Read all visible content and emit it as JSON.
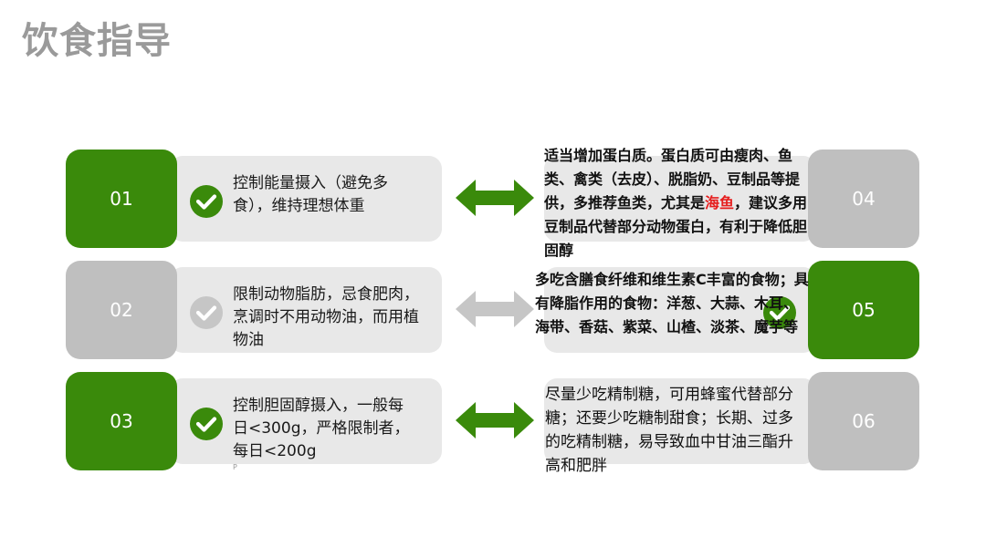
{
  "title": "饮食指导",
  "colors": {
    "green": "#3a8a0b",
    "grey": "#bfbfbf",
    "highlight": "#e61e1e"
  },
  "left_items": [
    {
      "number": "01",
      "state": "active",
      "text": "控制能量摄入（避免多食），维持理想体重"
    },
    {
      "number": "02",
      "state": "inactive",
      "text": "限制动物脂肪，忌食肥肉，烹调时不用动物油，而用植物油"
    },
    {
      "number": "03",
      "state": "active",
      "text": "控制胆固醇摄入，一般每日<300g，严格限制者，每日<200g"
    }
  ],
  "right_items": [
    {
      "number": "04",
      "state": "inactive",
      "text_before": "适当增加蛋白质。蛋白质可由瘦肉、鱼类、禽类（去皮）、脱脂奶、豆制品等提供，多推荐鱼类，尤其是",
      "highlight": "海鱼",
      "text_after": "，建议多用豆制品代替部分动物蛋白，有利于降低胆固醇"
    },
    {
      "number": "05",
      "state": "active",
      "text": "多吃含膳食纤维和维生素C丰富的食物；具有降脂作用的食物：洋葱、大蒜、木耳、海带、香菇、紫菜、山楂、淡茶、魔芋等"
    },
    {
      "number": "06",
      "state": "inactive",
      "text": "尽量少吃精制糖，可用蜂蜜代替部分糖；还要少吃糖制甜食；长期、过多的吃精制糖，易导致血中甘油三酯升高和肥胖"
    }
  ],
  "footnote": "P"
}
